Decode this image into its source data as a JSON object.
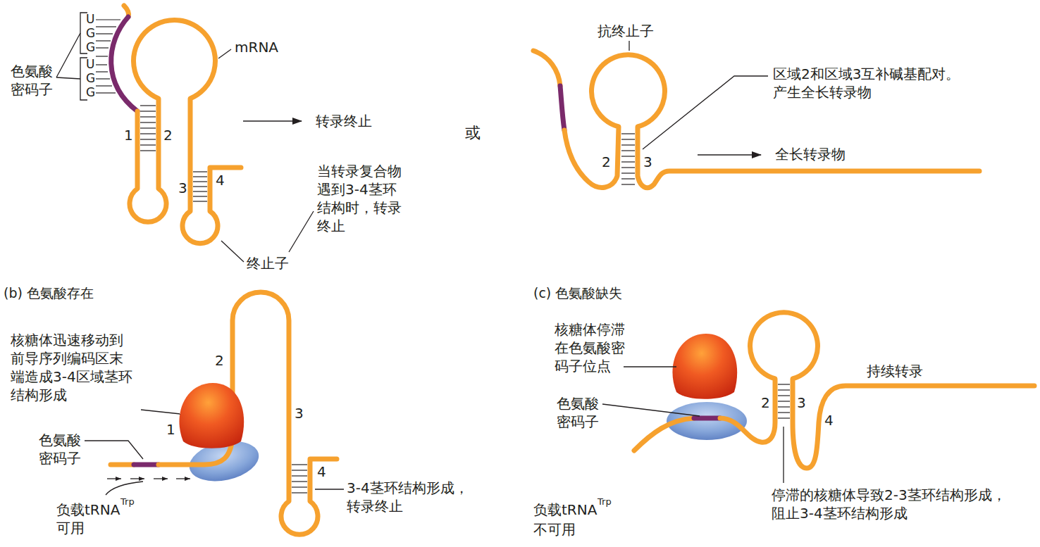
{
  "diagram": {
    "labels": [
      "色氨酸 密码子",
      "U",
      "G",
      "G",
      "U",
      "G",
      "G",
      "mRNA",
      "1",
      "2",
      "3",
      "4",
      "转录终止",
      "当转录复合物 遇到3-4茎环 结构时，转录 终止",
      "终止子",
      "或",
      "抗终止子",
      "区域2和区域3互补碱基配对。 产生全长转录物",
      "2",
      "3",
      "全长转录物",
      "(b) 色氨酸存在",
      "核糖体迅速移动到 前导序列编码区末 端造成3-4区域茎环 结构形成",
      "2",
      "3",
      "1",
      "4",
      "色氨酸 密码子",
      "负载tRNA",
      "Trp",
      "可用",
      "3-4茎环结构形成， 转录终止",
      "(c) 色氨酸缺失",
      "核糖体停滞 在色氨酸密 码子位点",
      "色氨酸 密码子",
      "持续转录",
      "2",
      "3",
      "4",
      "停滞的核糖体导致2-3茎环结构形成， 阻止3-4茎环结构形成",
      "负载tRNA",
      "Trp",
      "不可用"
    ]
  }
}
